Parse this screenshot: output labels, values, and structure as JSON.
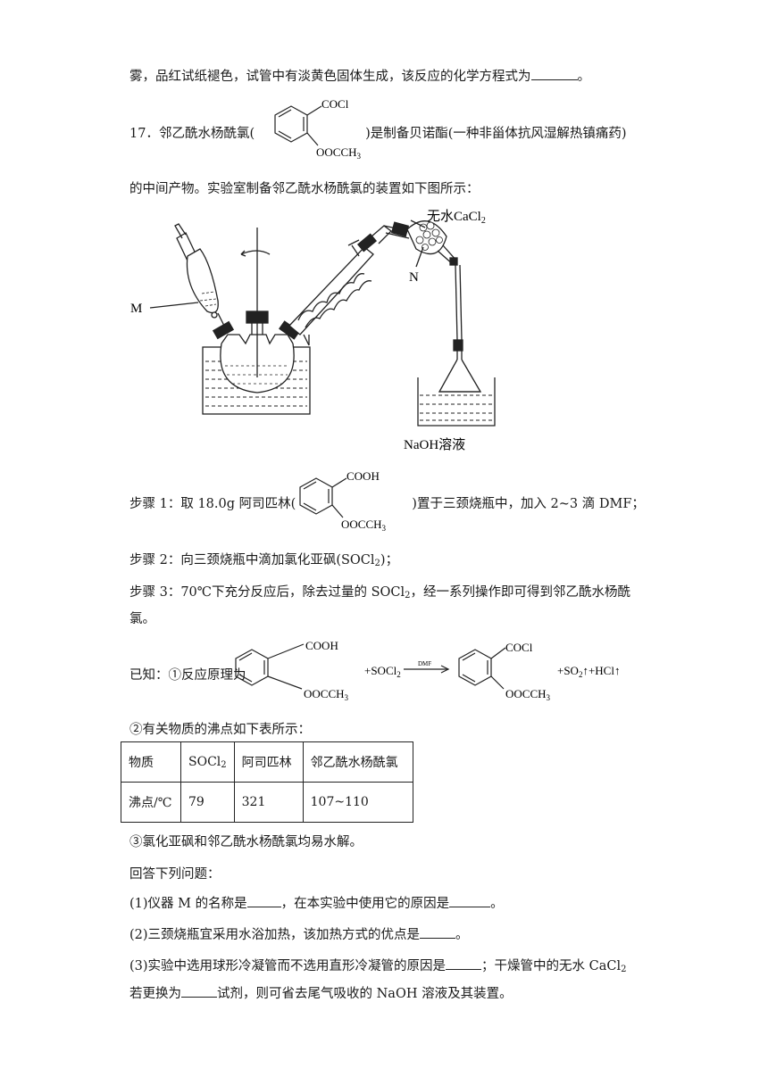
{
  "q16_tail": {
    "text": "雾，品红试纸褪色，试管中有淡黄色固体生成，该反应的化学方程式为",
    "end": "。"
  },
  "q17": {
    "intro_prefix": "17．邻乙酰水杨酰氯(",
    "intro_suffix": ")是制备贝诺酯(一种非甾体抗风湿解热镇痛药)",
    "intro_line2": "的中间产物。实验室制备邻乙酰水杨酰氯的装置如下图所示：",
    "struct_top": "COCl",
    "struct_bottom": "OOCCH",
    "struct_bottom_sub": "3"
  },
  "apparatus": {
    "label_m": "M",
    "label_n": "N",
    "label_cacl2": "无水CaCl",
    "label_cacl2_sub": "2",
    "label_naoh": "NaOH溶液"
  },
  "steps": {
    "step1_prefix": "步骤 1：取 18.0g 阿司匹林(",
    "step1_suffix": ")置于三颈烧瓶中，加入 2~3 滴 DMF；",
    "step1_struct_top": "COOH",
    "step2": "步骤 2：向三颈烧瓶中滴加氯化亚砜(SOCl",
    "step2_sub": "2",
    "step2_end": ")；",
    "step3_a": "步骤 3：70℃下充分反应后，除去过量的 SOCl",
    "step3_sub": "2",
    "step3_b": "，经一系列操作即可得到邻乙酰水杨酰",
    "step3_line2": "氯。"
  },
  "known": {
    "item1_prefix": "已知：①反应原理为",
    "reagent": "+SOCl",
    "reagent_sub": "2",
    "catalyst": "DMF",
    "products": "+SO",
    "products_sub": "2",
    "products_end": "↑+HCl↑",
    "item2": "②有关物质的沸点如下表所示：",
    "item3": "③氯化亚砜和邻乙酰水杨酰氯均易水解。"
  },
  "table": {
    "header": {
      "c0": "物质",
      "c1": "SOCl",
      "c1_sub": "2",
      "c2": "阿司匹林",
      "c3": "邻乙酰水杨酰氯"
    },
    "row": {
      "c0": "沸点/℃",
      "c1": "79",
      "c2": "321",
      "c3": "107~110"
    }
  },
  "questions": {
    "intro": "回答下列问题：",
    "q1_a": "(1)仪器 M 的名称是",
    "q1_b": "，在本实验中使用它的原因是",
    "q1_c": "。",
    "q2_a": "(2)三颈烧瓶宜采用水浴加热，该加热方式的优点是",
    "q2_b": "。",
    "q3_a": "(3)实验中选用球形冷凝管而不选用直形冷凝管的原因是",
    "q3_b": "；干燥管中的无水 CaCl",
    "q3_sub": "2",
    "q3_line2_a": "若更换为",
    "q3_line2_b": "试剂，则可省去尾气吸收的 NaOH 溶液及其装置。"
  }
}
